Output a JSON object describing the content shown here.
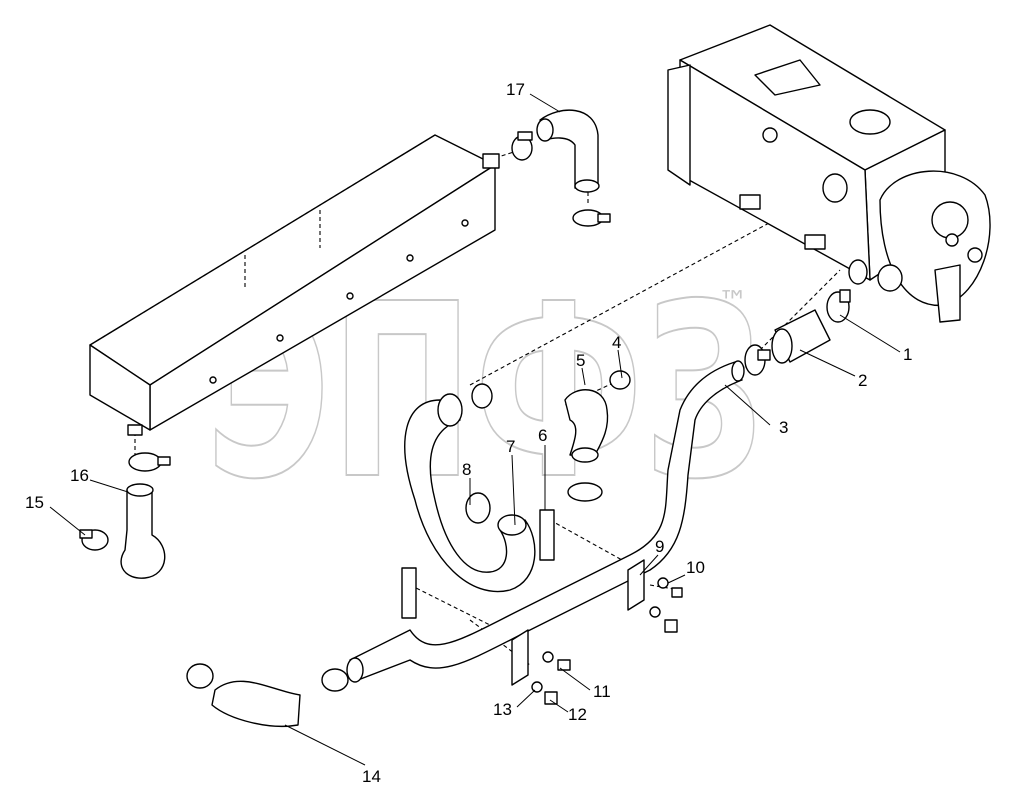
{
  "watermark": {
    "text": "ЭПФЗ",
    "trademark": "™"
  },
  "callouts": [
    "1",
    "2",
    "3",
    "4",
    "5",
    "6",
    "7",
    "8",
    "9",
    "10",
    "11",
    "12",
    "13",
    "14",
    "15",
    "16",
    "17"
  ]
}
